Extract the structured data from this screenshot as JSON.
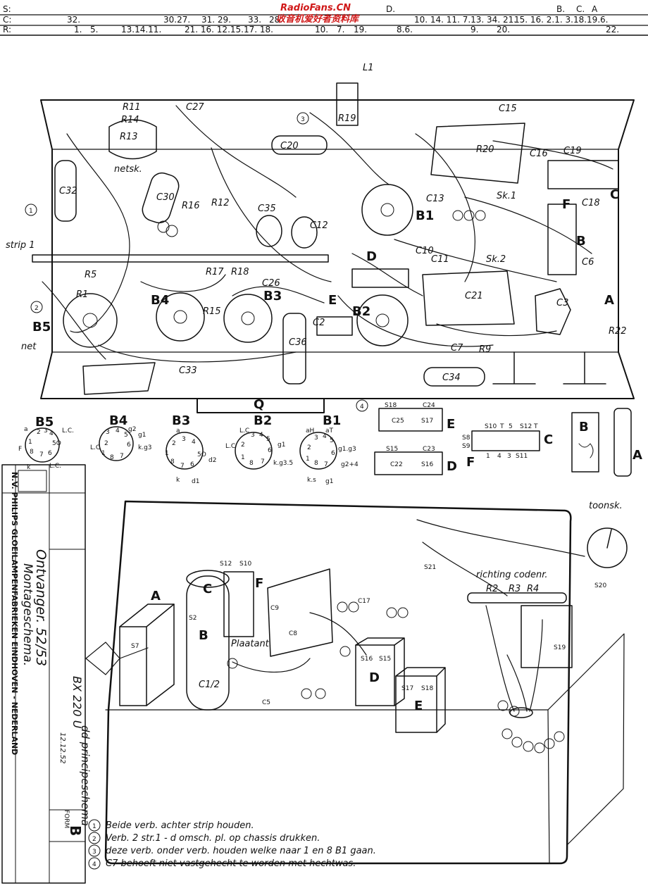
{
  "watermark": {
    "line1": "RadioFans.CN",
    "line2": "收音机爱好者资料库"
  },
  "header_table": {
    "rows": [
      {
        "key": "S:",
        "entries": [
          "D.",
          "B.",
          "C.",
          "A"
        ]
      },
      {
        "key": "C:",
        "entries": [
          "32.",
          "30.27.",
          "31. 29.",
          "33.",
          "28.",
          "10. 14. 11. 7.13. 34. 21.",
          "15. 16. 2.1. 3.18.19.",
          "6."
        ]
      },
      {
        "key": "R:",
        "entries": [
          "1.",
          "5.",
          "13.14.11.",
          "21. 16. 12.15.17. 18.",
          "10.",
          "7.",
          "19.",
          "8.6.",
          "9.",
          "20.",
          "22."
        ]
      }
    ]
  },
  "top_view_labels": {
    "components": [
      "L1",
      "R11",
      "C27",
      "R14",
      "R13",
      "C20",
      "R19",
      "C15",
      "R20",
      "C16",
      "C19",
      "C32",
      "C30",
      "C35",
      "C12",
      "B1",
      "C13",
      "Sk.1",
      "C18",
      "C10",
      "C11",
      "Sk.2",
      "C6",
      "C21",
      "C3",
      "R5",
      "R1",
      "R17",
      "R18",
      "R15",
      "C26",
      "C36",
      "C2",
      "C7",
      "R9",
      "C34",
      "C33",
      "R22",
      "R12",
      "R16"
    ],
    "notes": [
      "netsk.",
      "strip 1",
      "net"
    ],
    "tubes": [
      "B5",
      "B4",
      "B3",
      "B2",
      "B1"
    ],
    "letters": [
      "D",
      "E",
      "F",
      "A",
      "B",
      "C",
      "Q"
    ]
  },
  "tube_bases": [
    {
      "name": "B5",
      "pins": [
        "a",
        "2",
        "3",
        "4",
        "L.C.",
        "1",
        "5O",
        "F",
        "8",
        "7",
        "6",
        "k",
        "L.C."
      ]
    },
    {
      "name": "B4",
      "pins": [
        "g2",
        "3",
        "4",
        "5",
        "g1",
        "L.C",
        "2",
        "6",
        "k.g3",
        "1",
        "8",
        "7"
      ]
    },
    {
      "name": "B3",
      "pins": [
        "a",
        "2",
        "3",
        "4",
        "1",
        "5O",
        "d2",
        "8",
        "7",
        "6",
        "k",
        "d1"
      ]
    },
    {
      "name": "B2",
      "pins": [
        "L.C",
        "3",
        "4",
        "5",
        "g1",
        "L.C",
        "2",
        "6",
        "k.g3.5",
        "1",
        "8",
        "7"
      ]
    },
    {
      "name": "B1",
      "pins": [
        "aH",
        "aT",
        "3",
        "4",
        "5",
        "g1.g3",
        "2",
        "6",
        "g2+4",
        "1",
        "8",
        "7",
        "k.s",
        "g1"
      ]
    }
  ],
  "switch_boxes": [
    {
      "name": "E",
      "labels": [
        "S18",
        "C24",
        "C25",
        "S17"
      ]
    },
    {
      "name": "D",
      "labels": [
        "S15",
        "C23",
        "C22",
        "S16"
      ]
    },
    {
      "name": "C",
      "labels": [
        "S10",
        "T",
        "5",
        "S12",
        "T",
        "S8",
        "S9",
        "S11",
        "3",
        "4",
        "1"
      ]
    },
    {
      "name": "F",
      "labels": [
        "F"
      ]
    },
    {
      "name": "B",
      "labels": [
        "B"
      ]
    },
    {
      "name": "A",
      "labels": [
        "A"
      ]
    }
  ],
  "title_block": {
    "company": "N.V. PHILIPS GLOEILAMPENFABRIEKEN EINDHOVEN - NEDERLAND",
    "title": "Ontvanger. 52/53",
    "subtitle": "Montageschema.",
    "model": "BX 220 U",
    "drawing_no_line": "dd principeschema",
    "form": "FORM",
    "form_letter": "B",
    "date": "12.12.52"
  },
  "front_view_labels": {
    "labels": [
      "toonsk.",
      "richting codenr.",
      "Plaatant.",
      "A",
      "F",
      "C",
      "B",
      "C1/2",
      "D",
      "E",
      "S12",
      "S10",
      "S2",
      "S7",
      "C9",
      "C8",
      "C17",
      "C5",
      "S16",
      "S15",
      "S17",
      "S18",
      "S21",
      "R2",
      "R3",
      "R4",
      "S19",
      "S20"
    ]
  },
  "notes": [
    {
      "n": "1",
      "text": "Beide verb. achter strip houden."
    },
    {
      "n": "2",
      "text": "Verb. 2 str.1 - d omsch. pl. op chassis drukken."
    },
    {
      "n": "3",
      "text": "deze verb. onder verb. houden welke naar 1 en 8 B1 gaan."
    },
    {
      "n": "4",
      "text": "C7 behoeft niet vastgehecht te worden met hechtwas."
    }
  ]
}
